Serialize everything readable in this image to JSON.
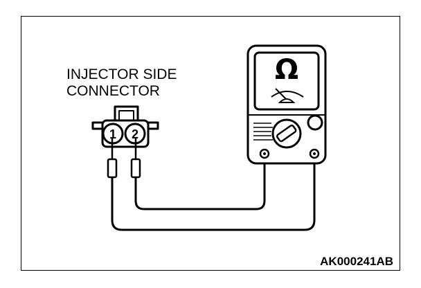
{
  "connector_label": {
    "line1": "INJECTOR SIDE",
    "line2": "CONNECTOR"
  },
  "pins": {
    "pin1": "1",
    "pin2": "2"
  },
  "meter": {
    "unit_symbol": "Ω"
  },
  "image_code": "AK000241AB"
}
